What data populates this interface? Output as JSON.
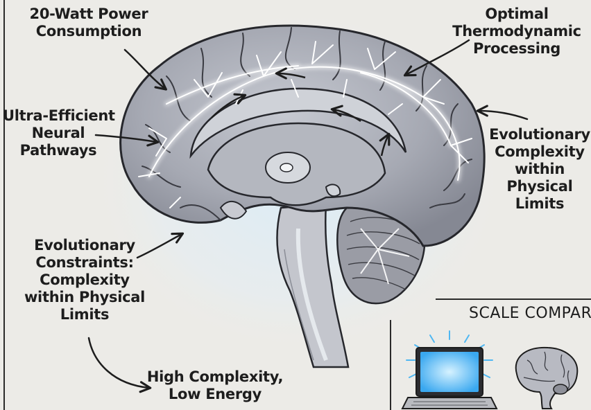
{
  "labels": {
    "power": [
      "20-Watt Power",
      "Consumption"
    ],
    "thermo": [
      "Optimal",
      "Thermodynamic",
      "Processing"
    ],
    "pathways": [
      "Ultra-Efficient",
      "Neural",
      "Pathways"
    ],
    "evo_right": [
      "Evolutionary",
      "Complexity",
      "within",
      "Physical",
      "Limits"
    ],
    "constraints": [
      "Evolutionary",
      "Constraints:",
      "Complexity",
      "within Physical",
      "Limits"
    ],
    "high": [
      "High Complexity,",
      "Low Energy"
    ]
  },
  "scale_panel": {
    "title": "SCALE COMPARE"
  },
  "icons": [
    "laptop-icon",
    "mini-brain-icon",
    "arrow-icon"
  ],
  "colors": {
    "background": "#ecebe7",
    "brain_fill": "#a4a7b1",
    "brain_outline": "#26272c",
    "glow": "#e6f5ff",
    "screen": "#66c6fb",
    "ink": "#1d1d1d"
  }
}
